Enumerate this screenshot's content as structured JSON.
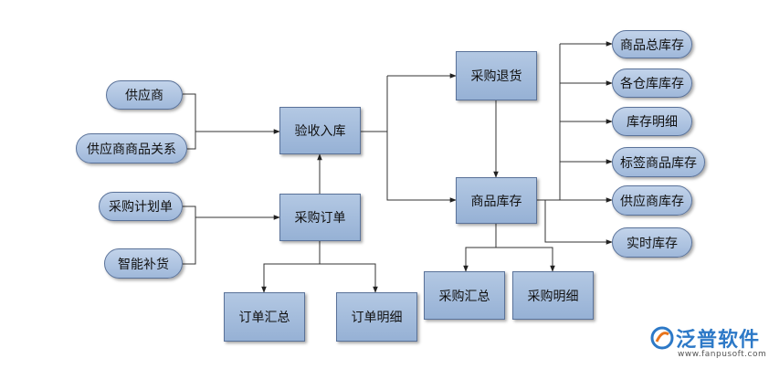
{
  "nodes": {
    "supplier": "供应商",
    "supplier_goods": "供应商商品关系",
    "purchase_plan": "采购计划单",
    "smart_replenish": "智能补货",
    "receiving": "验收入库",
    "purchase_order": "采购订单",
    "order_summary": "订单汇总",
    "order_detail": "订单明细",
    "purchase_return": "采购退货",
    "goods_stock": "商品库存",
    "purchase_summary": "采购汇总",
    "purchase_detail": "采购明细",
    "total_stock": "商品总库存",
    "warehouse_stock": "各仓库库存",
    "stock_detail": "库存明细",
    "tag_stock": "标签商品库存",
    "supplier_stock": "供应商库存",
    "realtime_stock": "实时库存"
  },
  "logo": {
    "name": "泛普软件",
    "url": "www.fanpusoft.com",
    "color": "#2d79c7"
  }
}
